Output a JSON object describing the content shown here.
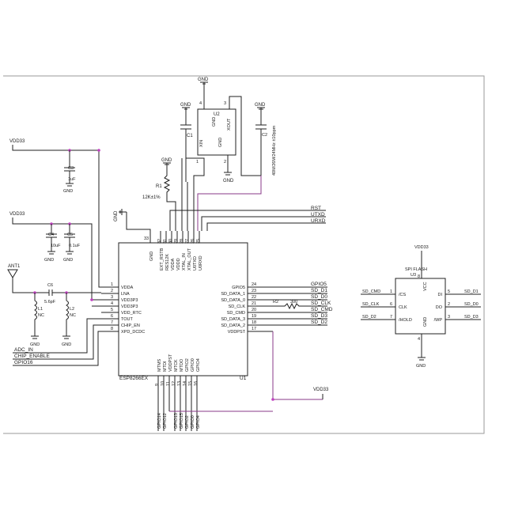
{
  "colors": {
    "wire": "#202020",
    "net": "#8a3a8a",
    "junction": "#c040c0"
  },
  "labels": {
    "gnd": "GND",
    "vdd33": "VDD33",
    "c3": "C3",
    "c3v": "1uF",
    "c4": "C4",
    "c4v": "10uF",
    "c5": "C5",
    "c5v": "0.1uF",
    "c1": "C1",
    "c2": "C2",
    "r1": "R1",
    "r1v": "12K±1%",
    "ant": "ANT1",
    "c6": "C6",
    "c6v": "5.6pF",
    "l1": "L1",
    "l1v": "NC",
    "l2": "L2",
    "l2v": "NC",
    "u2": "U2",
    "u2pins": [
      "XIN",
      "GND",
      "XOUT",
      "GND"
    ],
    "crystal": "40M/26M/24MHz ±10ppm",
    "u1": "U1",
    "u1part": "ESP8266EX",
    "r2": "R2",
    "r2v": "300",
    "u3": "U3",
    "u3name": "SPI FLASH",
    "u3left": [
      "/CS",
      "CLK",
      "/HOLD"
    ],
    "u3right": [
      "DI",
      "DO",
      "/WP"
    ],
    "u3top": "VCC",
    "u3bot": "GND",
    "rst": "RST",
    "utxd": "UTXD",
    "urxd": "URXD",
    "adc": "ADC_IN",
    "chip": "CHIP_ENABLE",
    "gpio16": "GPIO16",
    "leftnums": [
      "1",
      "2",
      "3",
      "4",
      "5",
      "6",
      "7",
      "8"
    ],
    "leftnames": [
      "VDDA",
      "LNA",
      "VDD3P3",
      "VDD3P3",
      "VDD_RTC",
      "TOUT",
      "CHIP_EN",
      "XPD_DCDC"
    ],
    "topnums": [
      "33",
      "32",
      "31",
      "30",
      "29",
      "28",
      "27",
      "26",
      "25"
    ],
    "topnames": [
      "GND",
      "EXT_RSTB",
      "RES12K",
      "VDDA",
      "VDDD",
      "XTAL_IN",
      "XTAL_OUT",
      "U0TXD",
      "U0RXD"
    ],
    "rightnums": [
      "24",
      "23",
      "22",
      "21",
      "20",
      "19",
      "18",
      "17"
    ],
    "rightnames": [
      "GPIO5",
      "SD_DATA_1",
      "SD_DATA_0",
      "SD_CLK",
      "SD_CMD",
      "SD_DATA_3",
      "SD_DATA_2",
      "VDDPST"
    ],
    "rightnets": [
      "GPIO5",
      "SD_D1",
      "SD_D0",
      "SD_CLK",
      "SD_CMD",
      "SD_D3",
      "SD_D2"
    ],
    "botnums": [
      "9",
      "10",
      "11",
      "12",
      "13",
      "14",
      "15",
      "16"
    ],
    "botnames": [
      "MTMS",
      "MTDI",
      "VDDPST",
      "MTCK",
      "MTDO",
      "GPIO2",
      "GPIO0",
      "GPIO4"
    ],
    "botnets": [
      "GPIO14",
      "GPIO12",
      "GPIO13",
      "GPIO15",
      "GPIO2",
      "GPIO0",
      "GPIO4"
    ],
    "flashleft": [
      "SD_CMD",
      "SD_CLK",
      "SD_D2"
    ],
    "flashleftnums": [
      "1",
      "6",
      "7"
    ],
    "flashright": [
      "SD_D1",
      "SD_D0",
      "SD_D3"
    ],
    "flashrightnums": [
      "5",
      "2",
      "3"
    ],
    "flashtopnum": "8",
    "flashbotnum": "4",
    "u2num": [
      "1",
      "2",
      "3",
      "4"
    ]
  }
}
